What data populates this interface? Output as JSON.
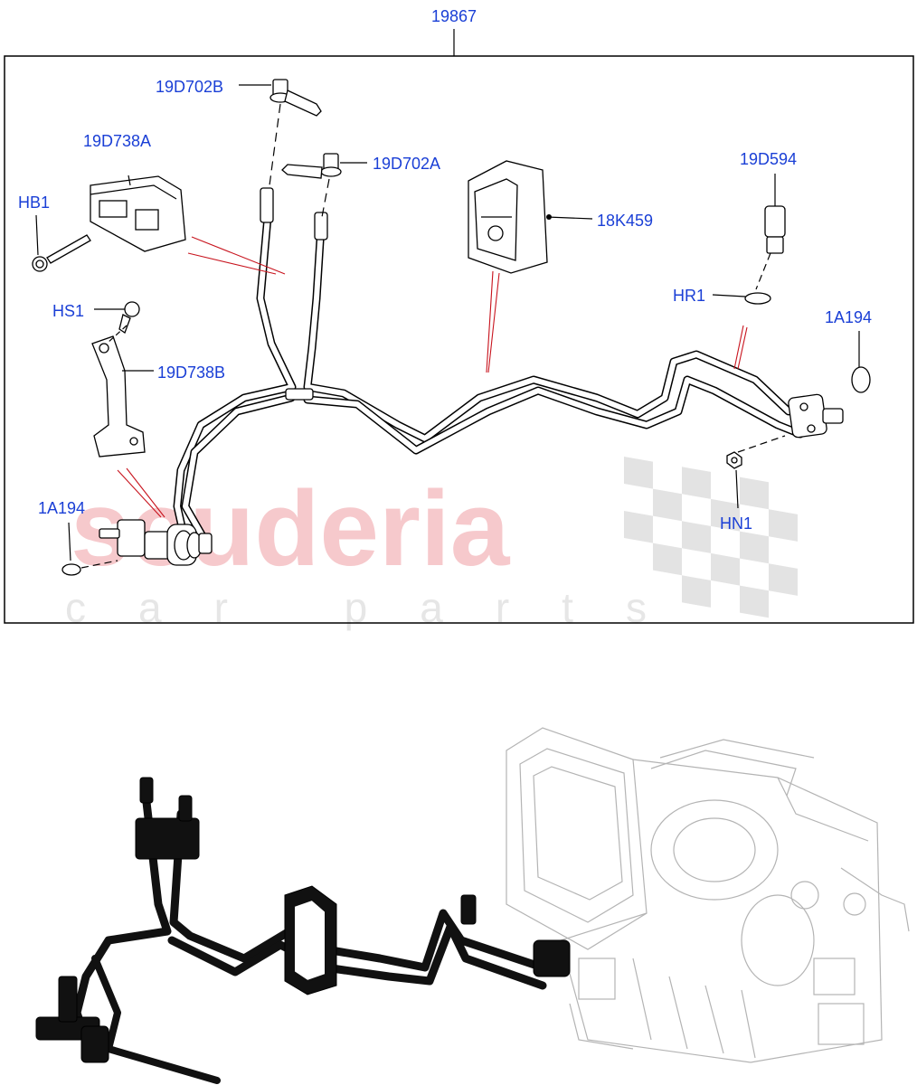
{
  "diagram": {
    "assembly_label": "19867",
    "callouts": [
      {
        "id": "19D702B",
        "text": "19D702B"
      },
      {
        "id": "19D738A",
        "text": "19D738A"
      },
      {
        "id": "19D702A",
        "text": "19D702A"
      },
      {
        "id": "HB1",
        "text": "HB1"
      },
      {
        "id": "18K459",
        "text": "18K459"
      },
      {
        "id": "19D594",
        "text": "19D594"
      },
      {
        "id": "HR1",
        "text": "HR1"
      },
      {
        "id": "HS1",
        "text": "HS1"
      },
      {
        "id": "1A194-right",
        "text": "1A194"
      },
      {
        "id": "19D738B",
        "text": "19D738B"
      },
      {
        "id": "1A194-left",
        "text": "1A194"
      },
      {
        "id": "HN1",
        "text": "HN1"
      }
    ],
    "watermark": {
      "brand": "scuderia",
      "tagline": "car parts"
    },
    "colors": {
      "callout_text": "#1a3fd6",
      "leader_red": "#c8141e",
      "watermark_red": "#f6c9cc",
      "hvac_gray": "#b4b4b4"
    }
  }
}
